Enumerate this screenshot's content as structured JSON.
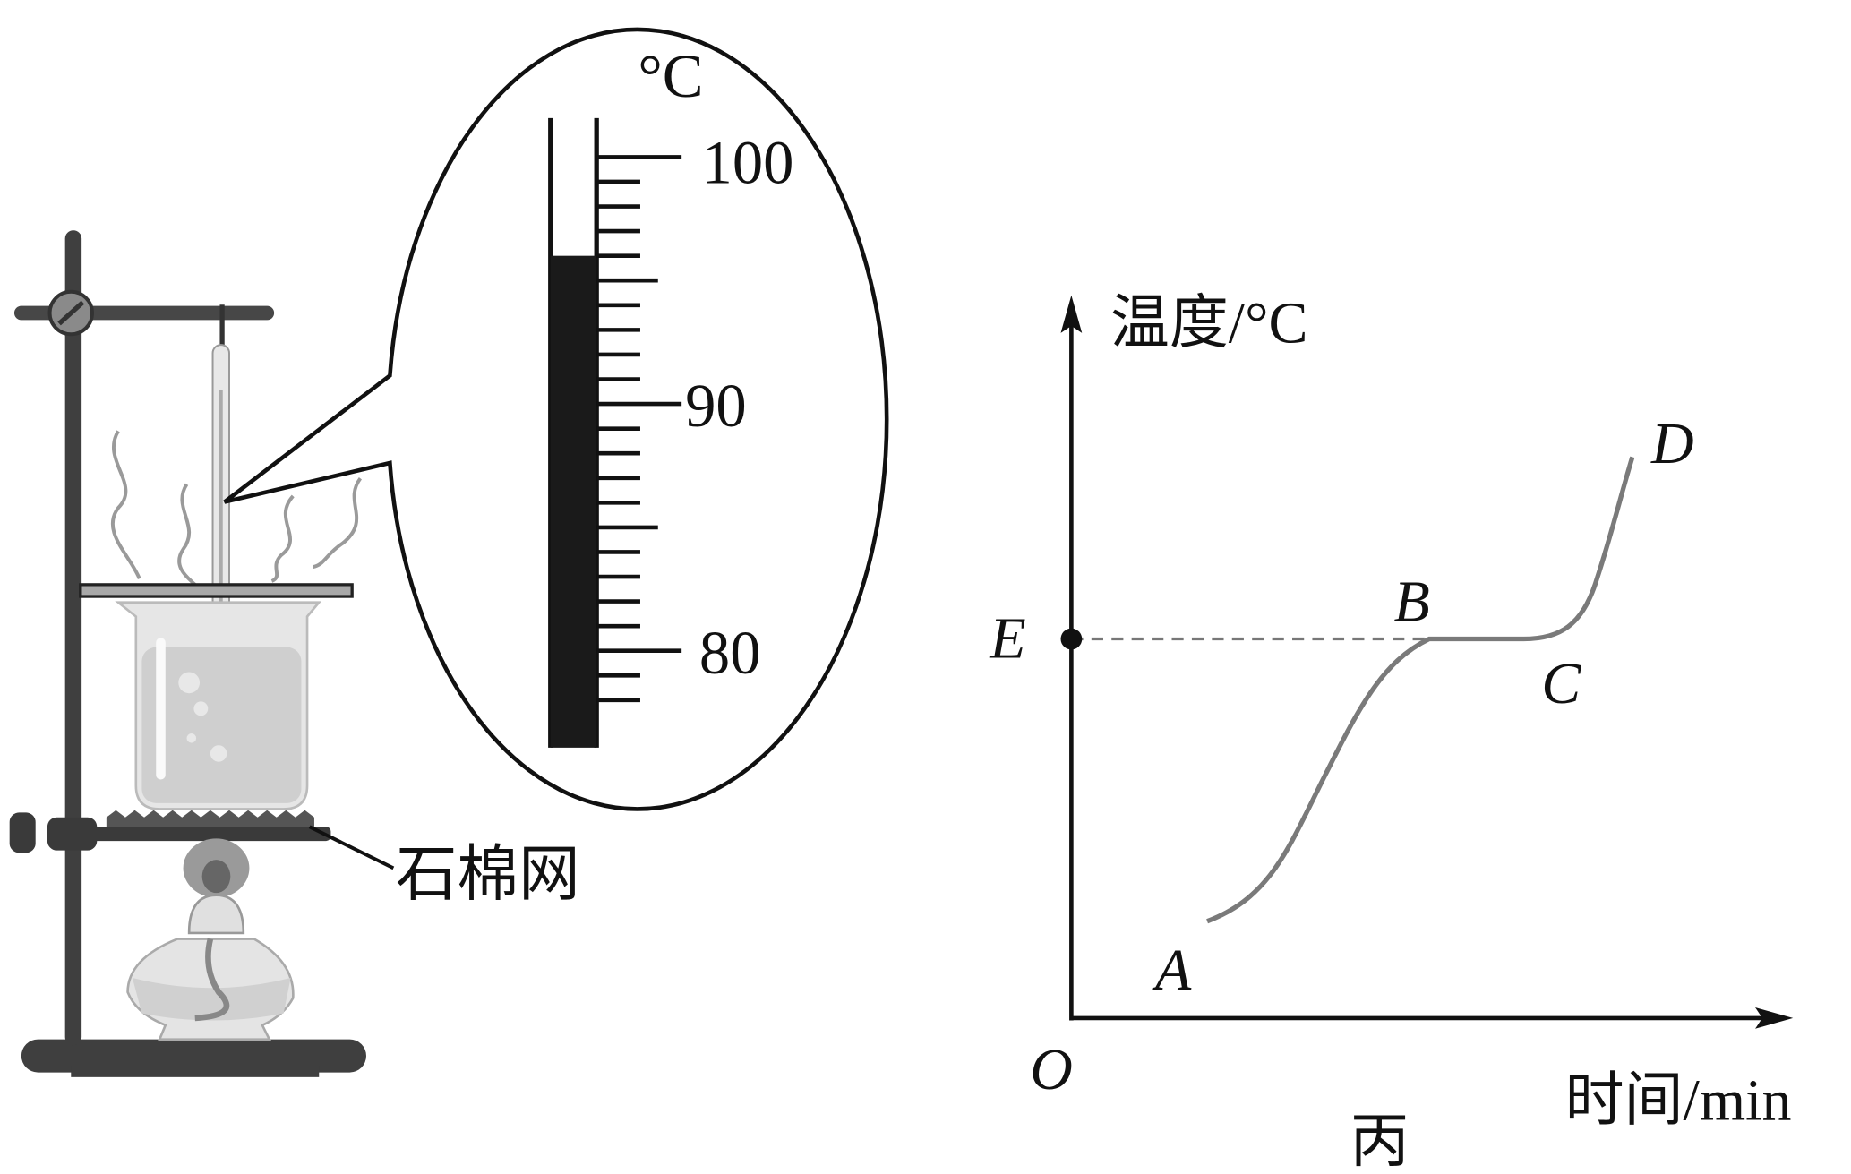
{
  "apparatus": {
    "label_gauze": "石棉网"
  },
  "thermometer_zoom": {
    "unit": "°C",
    "tick_labels": [
      "100",
      "90",
      "80"
    ],
    "reading_celsius": 96,
    "scale_min": 78,
    "scale_max": 100
  },
  "graph": {
    "y_axis_label": "温度/°C",
    "x_axis_label": "时间/min",
    "origin_label": "O",
    "point_labels": {
      "A": "A",
      "B": "B",
      "C": "C",
      "D": "D",
      "E": "E"
    },
    "caption": "丙"
  },
  "colors": {
    "curve": "#7a7a7a",
    "ink": "#111111",
    "stand": "#3f3f3f"
  }
}
